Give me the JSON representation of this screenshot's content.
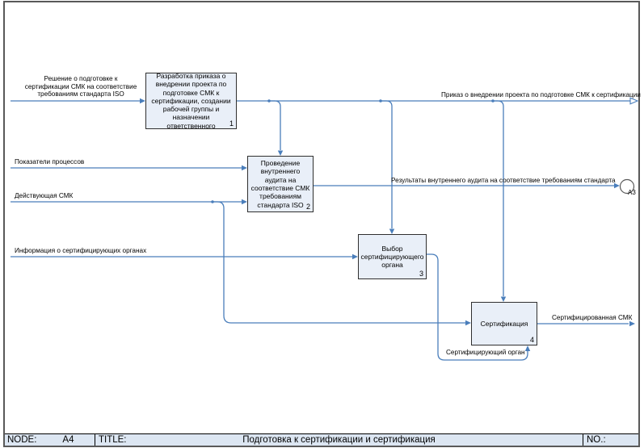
{
  "diagram": {
    "boxes": [
      {
        "label": "Разработка приказа о внедрении проекта по подготовке СМК к сертификации, создании рабочей группы и назначении ответственного",
        "number": "1"
      },
      {
        "label": "Проведение внутреннего аудита на соответствие СМК требованиям стандарта ISO",
        "number": "2"
      },
      {
        "label": "Выбор сертифицирующего органа",
        "number": "3"
      },
      {
        "label": "Сертификация",
        "number": "4"
      }
    ],
    "labels": {
      "input_decision": "Решение о подготовке к сертификации СМК на соответствие требованиям стандарта ISO",
      "input_indicators": "Показатели процессов",
      "input_qms": "Действующая СМК",
      "input_info": "Информация о сертифицирующих органах",
      "output_order": "Приказ о внедрении проекта по подготовке СМК к сертификации",
      "output_results": "Результаты внутреннего аудита на соответствие требованиям стандарта",
      "output_certified": "Сертифицированная СМК",
      "mechanism_body": "Сертифицирующий орган",
      "offpage_connector": "A3"
    },
    "colors": {
      "arrow_line": "#4a7ebb",
      "box_fill": "#e9eff8",
      "box_border": "#2f2f2f",
      "footer_fill": "#dce6f2",
      "frame_border": "#595959"
    }
  },
  "footer": {
    "node_label": "NODE:",
    "node_value": "A4",
    "title_label": "TITLE:",
    "title": "Подготовка к сертификации и сертификация",
    "no_label": "NO.:"
  }
}
